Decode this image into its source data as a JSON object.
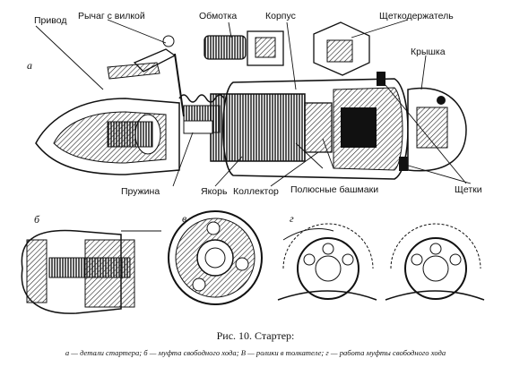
{
  "labels": {
    "privod": "Привод",
    "rychag": "Рычаг с вилкой",
    "obmotka": "Обмотка",
    "korpus": "Корпус",
    "shchetkoderzhatel": "Щеткодержатель",
    "kryshka": "Крышка",
    "pruzhina": "Пружина",
    "yakor": "Якорь",
    "kollektor": "Коллектор",
    "polyusnye_bashmaki": "Полюсные башмаки",
    "shchetki": "Щетки"
  },
  "panels": {
    "a": "а",
    "b": "б",
    "v": "в",
    "g": "г"
  },
  "caption": {
    "title": "Рис. 10. Стартер:",
    "subtitle": "а — детали стартера; б — муфта свободного хода; В — ролики в толкателе; г — работа муфты свободного хода"
  }
}
